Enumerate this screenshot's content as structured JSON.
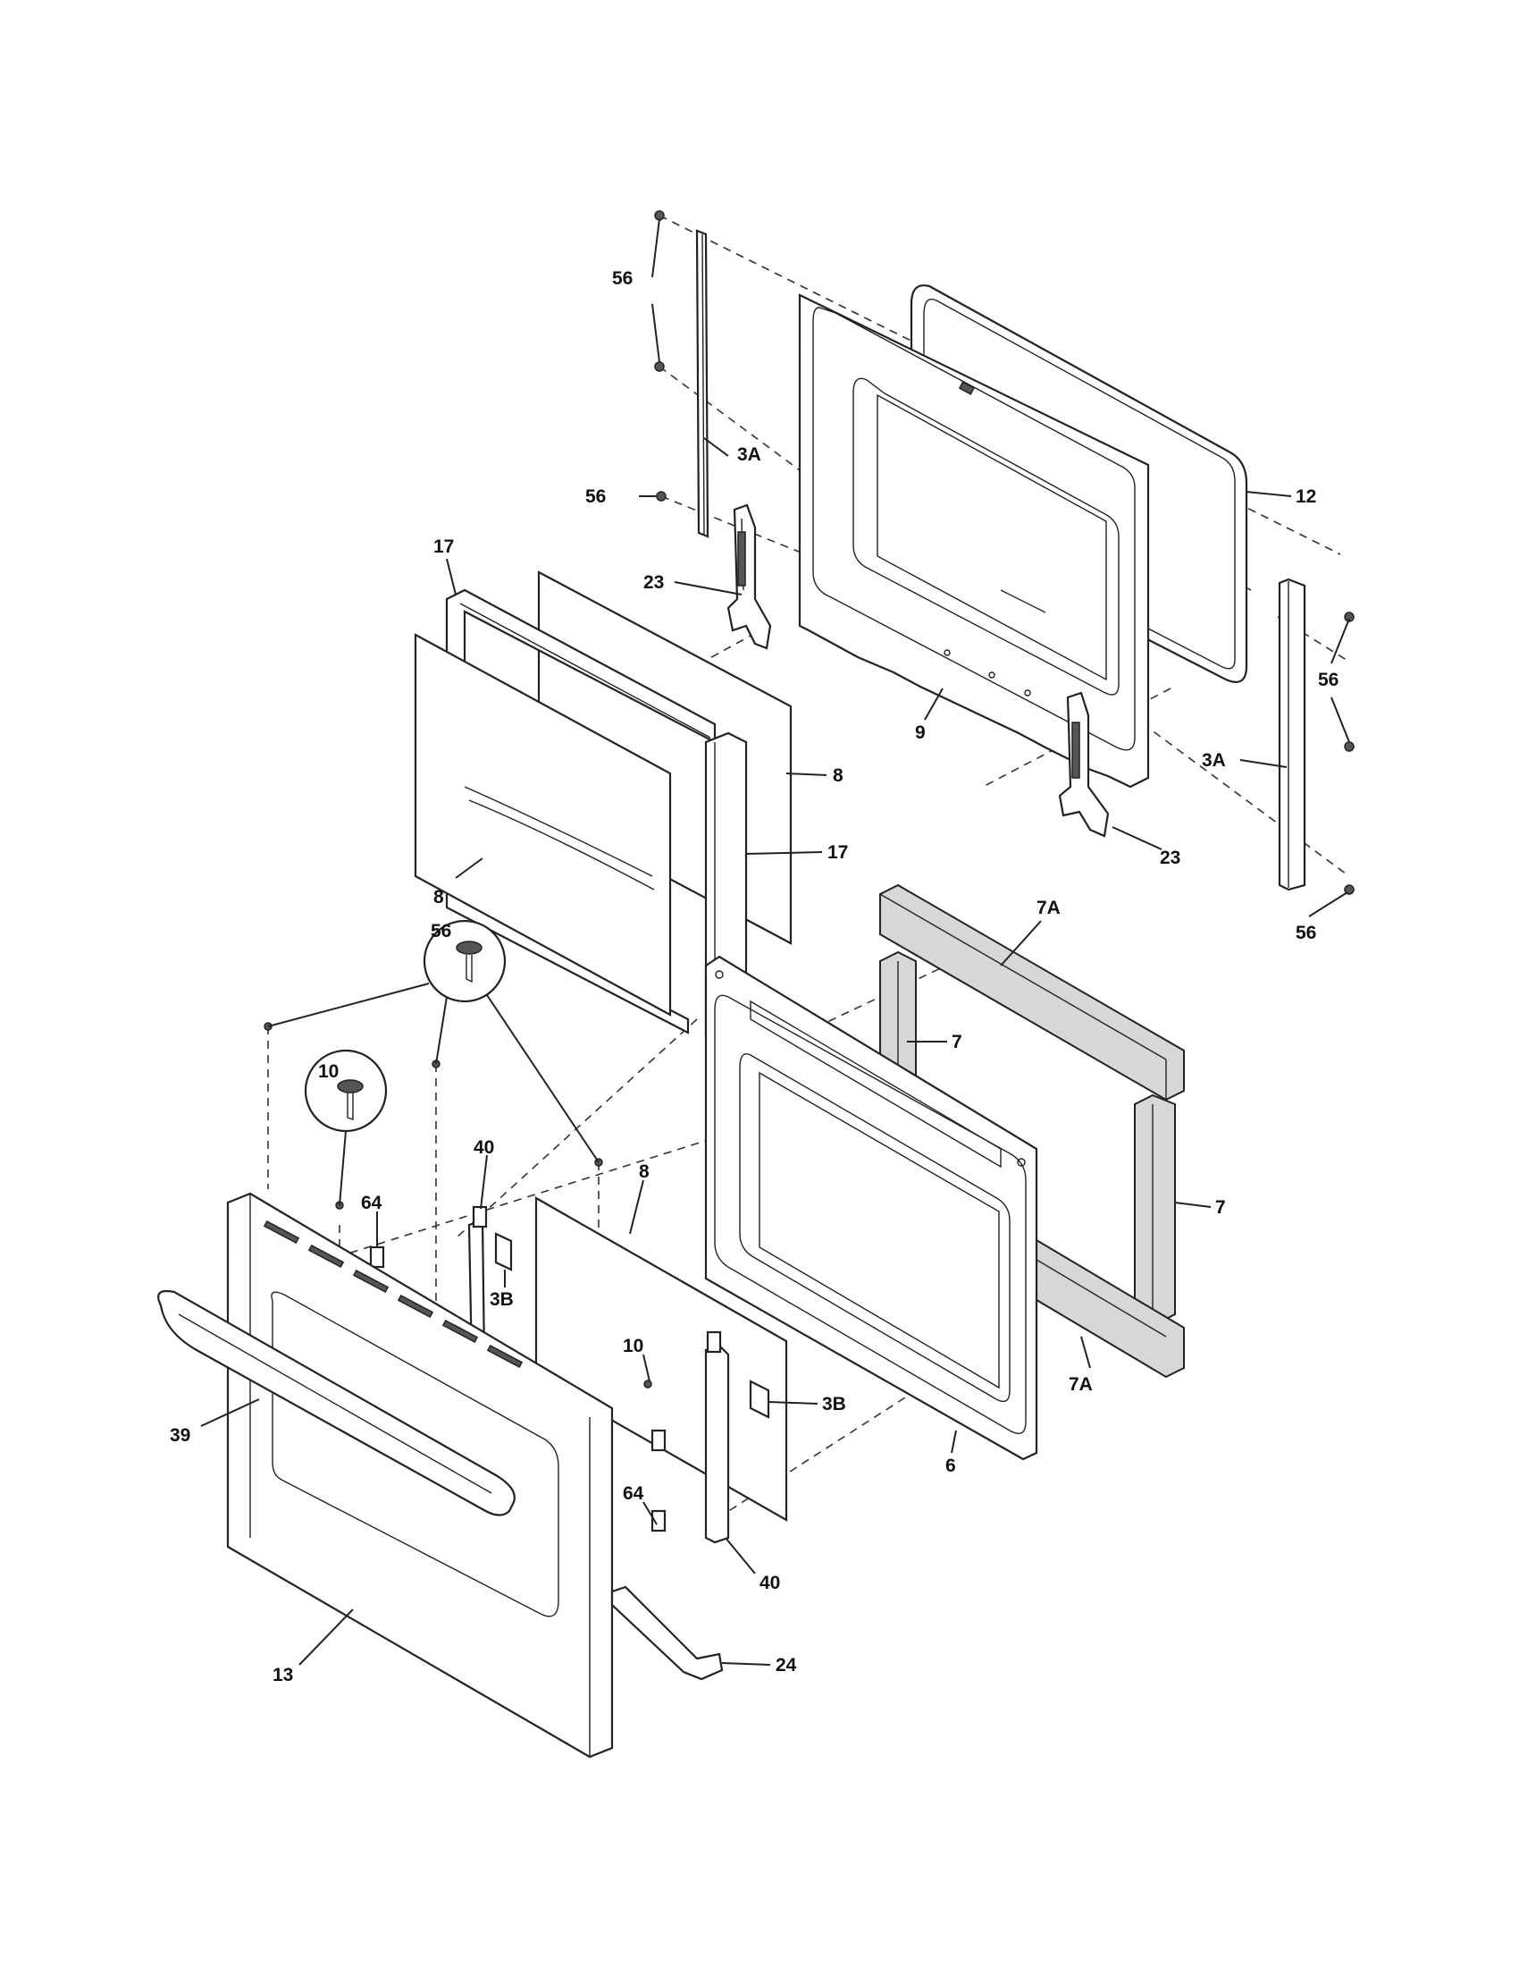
{
  "labels": {
    "l56_top": "56",
    "l3A_left": "3A",
    "l56_mid": "56",
    "l12": "12",
    "l23_upper": "23",
    "l17_top": "17",
    "l9": "9",
    "l8_right": "8",
    "l17_right": "17",
    "l23_lower": "23",
    "l56_right": "56",
    "l3A_right": "3A",
    "l56_bottom_right": "56",
    "l8_left": "8",
    "l7A_top": "7A",
    "l56_callout": "56",
    "l7_upper": "7",
    "l10_callout": "10",
    "l7_lower": "7",
    "l40_upper": "40",
    "l8_lower": "8",
    "l64_upper": "64",
    "l3B_left": "3B",
    "l10_lower": "10",
    "l3B_right": "3B",
    "l7A_bottom": "7A",
    "l39": "39",
    "l6": "6",
    "l64_lower": "64",
    "l40_lower": "40",
    "l13": "13",
    "l24": "24"
  },
  "icons": [
    "screw-icon",
    "hinge-icon",
    "handle-icon",
    "glass-panel-icon",
    "insulation-icon"
  ]
}
